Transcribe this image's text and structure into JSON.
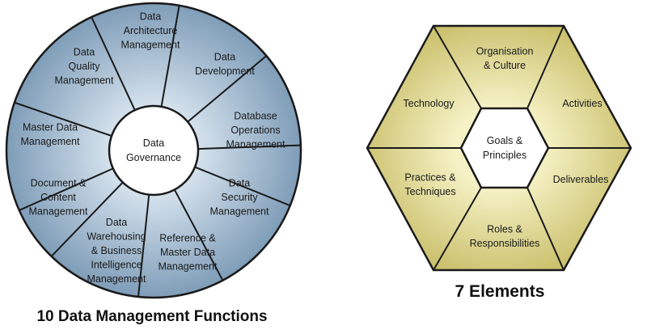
{
  "wheel": {
    "title": "10 Data Management Functions",
    "center": [
      "Data",
      "Governance"
    ],
    "sectors": [
      {
        "lines": [
          "Data",
          "Architecture",
          "Management"
        ]
      },
      {
        "lines": [
          "Data",
          "Development"
        ]
      },
      {
        "lines": [
          "Database",
          "Operations",
          "Management"
        ]
      },
      {
        "lines": [
          "Data",
          "Security",
          "Management"
        ]
      },
      {
        "lines": [
          "Reference &",
          "Master Data",
          "Management"
        ]
      },
      {
        "lines": [
          "Data",
          "Warehousing",
          "& Business",
          "Intelligence",
          "Management"
        ]
      },
      {
        "lines": [
          "Document &",
          "Content",
          "Management"
        ]
      },
      {
        "lines": [
          "Master Data",
          "Management"
        ]
      },
      {
        "lines": [
          "Data",
          "Quality",
          "Management"
        ]
      }
    ],
    "colors": {
      "fill_light": "#dbe7f1",
      "fill_dark": "#7f9db8",
      "stroke": "#1a1a1a"
    }
  },
  "hexagon": {
    "title": "7 Elements",
    "center": [
      "Goals &",
      "Principles"
    ],
    "segments": [
      {
        "lines": [
          "Organisation",
          "& Culture"
        ]
      },
      {
        "lines": [
          "Activities"
        ]
      },
      {
        "lines": [
          "Deliverables"
        ]
      },
      {
        "lines": [
          "Roles &",
          "Responsibilities"
        ]
      },
      {
        "lines": [
          "Practices &",
          "Techniques"
        ]
      },
      {
        "lines": [
          "Technology"
        ]
      }
    ],
    "colors": {
      "fill_light": "#f6f2c6",
      "fill_dark": "#c9bf6a",
      "stroke": "#1a1a1a"
    }
  }
}
